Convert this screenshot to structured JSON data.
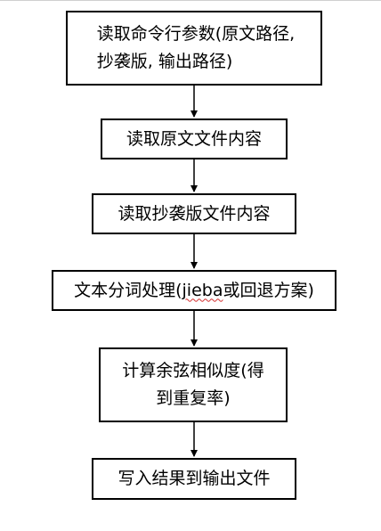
{
  "steps": [
    {
      "id": "b1",
      "text": "读取命令行参数(原文路径,\n抄袭版, 输出路径)"
    },
    {
      "id": "b2",
      "text": "读取原文文件内容"
    },
    {
      "id": "b3",
      "text": "读取抄袭版文件内容"
    },
    {
      "id": "b4",
      "pre": "文本分词处理(",
      "mark": "jieba",
      "post": "或回退方案)"
    },
    {
      "id": "b5",
      "text": "计算余弦相似度(得\n到重复率)"
    },
    {
      "id": "b6",
      "text": "写入结果到输出文件"
    }
  ]
}
